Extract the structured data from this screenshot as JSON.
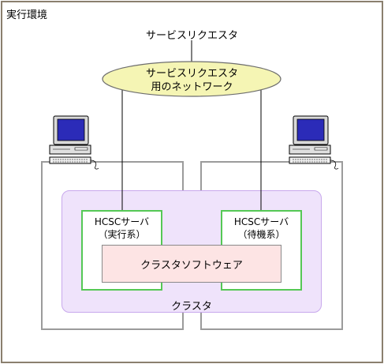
{
  "environment": {
    "label": "実行環境"
  },
  "requester": {
    "label": "サービスリクエスタ"
  },
  "network": {
    "line1": "サービスリクエスタ",
    "line2": "用のネットワーク"
  },
  "cluster": {
    "label": "クラスタ"
  },
  "software": {
    "label": "クラスタソフトウェア"
  },
  "servers": [
    {
      "name": "HCSCサーバ",
      "role": "（実行系）"
    },
    {
      "name": "HCSCサーバ",
      "role": "（待機系）"
    }
  ],
  "colors": {
    "network_fill": "#f5f5b4",
    "cluster_fill": "#efe3fb",
    "hcsc_border": "#55c855",
    "software_fill": "#fde4e4",
    "monitor_screen": "#2b2bb8"
  },
  "icons": [
    "computer-icon",
    "computer-icon"
  ]
}
